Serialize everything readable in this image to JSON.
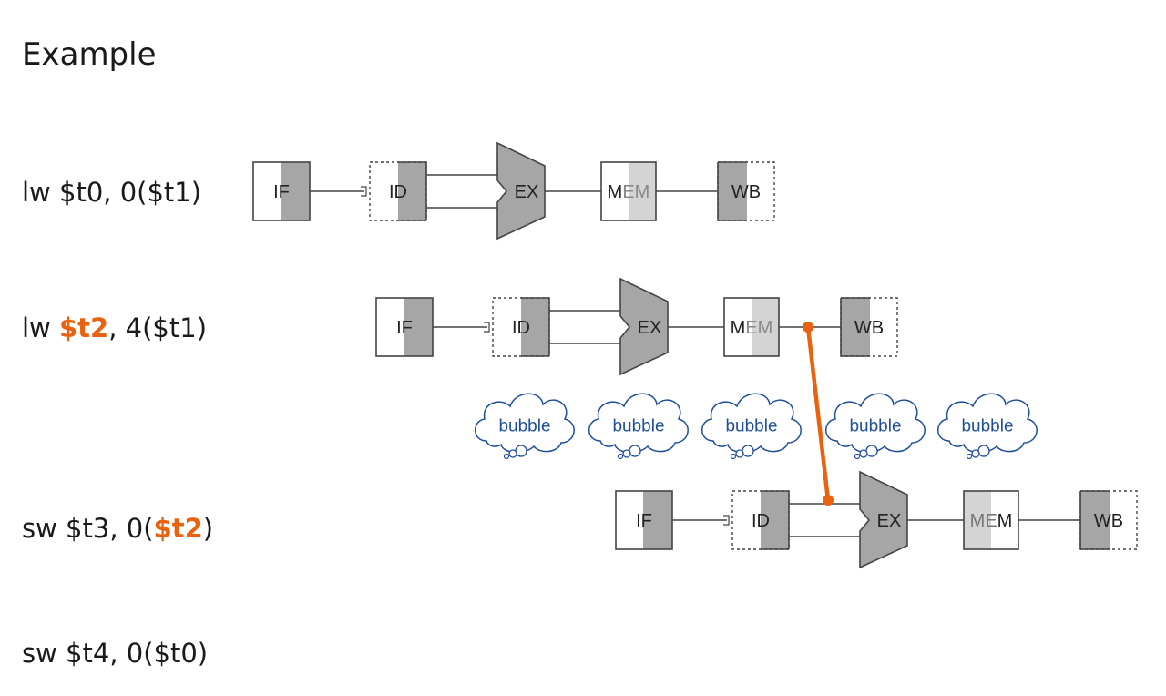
{
  "title": "Example",
  "instructions": [
    {
      "pre": "lw ",
      "hl": "",
      "post": "$t0, 0($t1)"
    },
    {
      "pre": "lw ",
      "hl": "$t2",
      "post": ", 4($t1)"
    },
    {
      "pre": "sw $t3, 0(",
      "hl": "$t2",
      "post": ")"
    },
    {
      "pre": "sw $t4, 0($t0)",
      "hl": "",
      "post": ""
    }
  ],
  "stages": {
    "if": "IF",
    "id": "ID",
    "ex": "EX",
    "mem_m": "M",
    "mem_e": "E",
    "wb": "WB"
  },
  "bubble_label": "bubble",
  "colors": {
    "stage_fill": "#a6a6a6",
    "mem_fill": "#d4d4d4",
    "stroke": "#444444",
    "forward": "#E8620F",
    "bubble": "#1f4e99"
  }
}
